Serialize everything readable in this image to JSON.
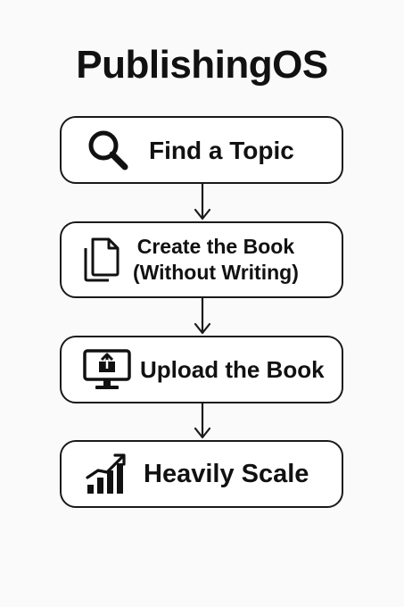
{
  "title": "PublishingOS",
  "steps": [
    {
      "icon": "magnifying-glass-icon",
      "lines": [
        "Find a Topic"
      ]
    },
    {
      "icon": "stacked-documents-icon",
      "lines": [
        "Create the Book",
        "(Without Writing)"
      ]
    },
    {
      "icon": "monitor-upload-icon",
      "lines": [
        "Upload the Book"
      ]
    },
    {
      "icon": "growth-chart-icon",
      "lines": [
        "Heavily Scale"
      ]
    }
  ],
  "colors": {
    "stroke": "#1a1a1a",
    "box_fill": "#ffffff",
    "background": "#fafafa"
  }
}
